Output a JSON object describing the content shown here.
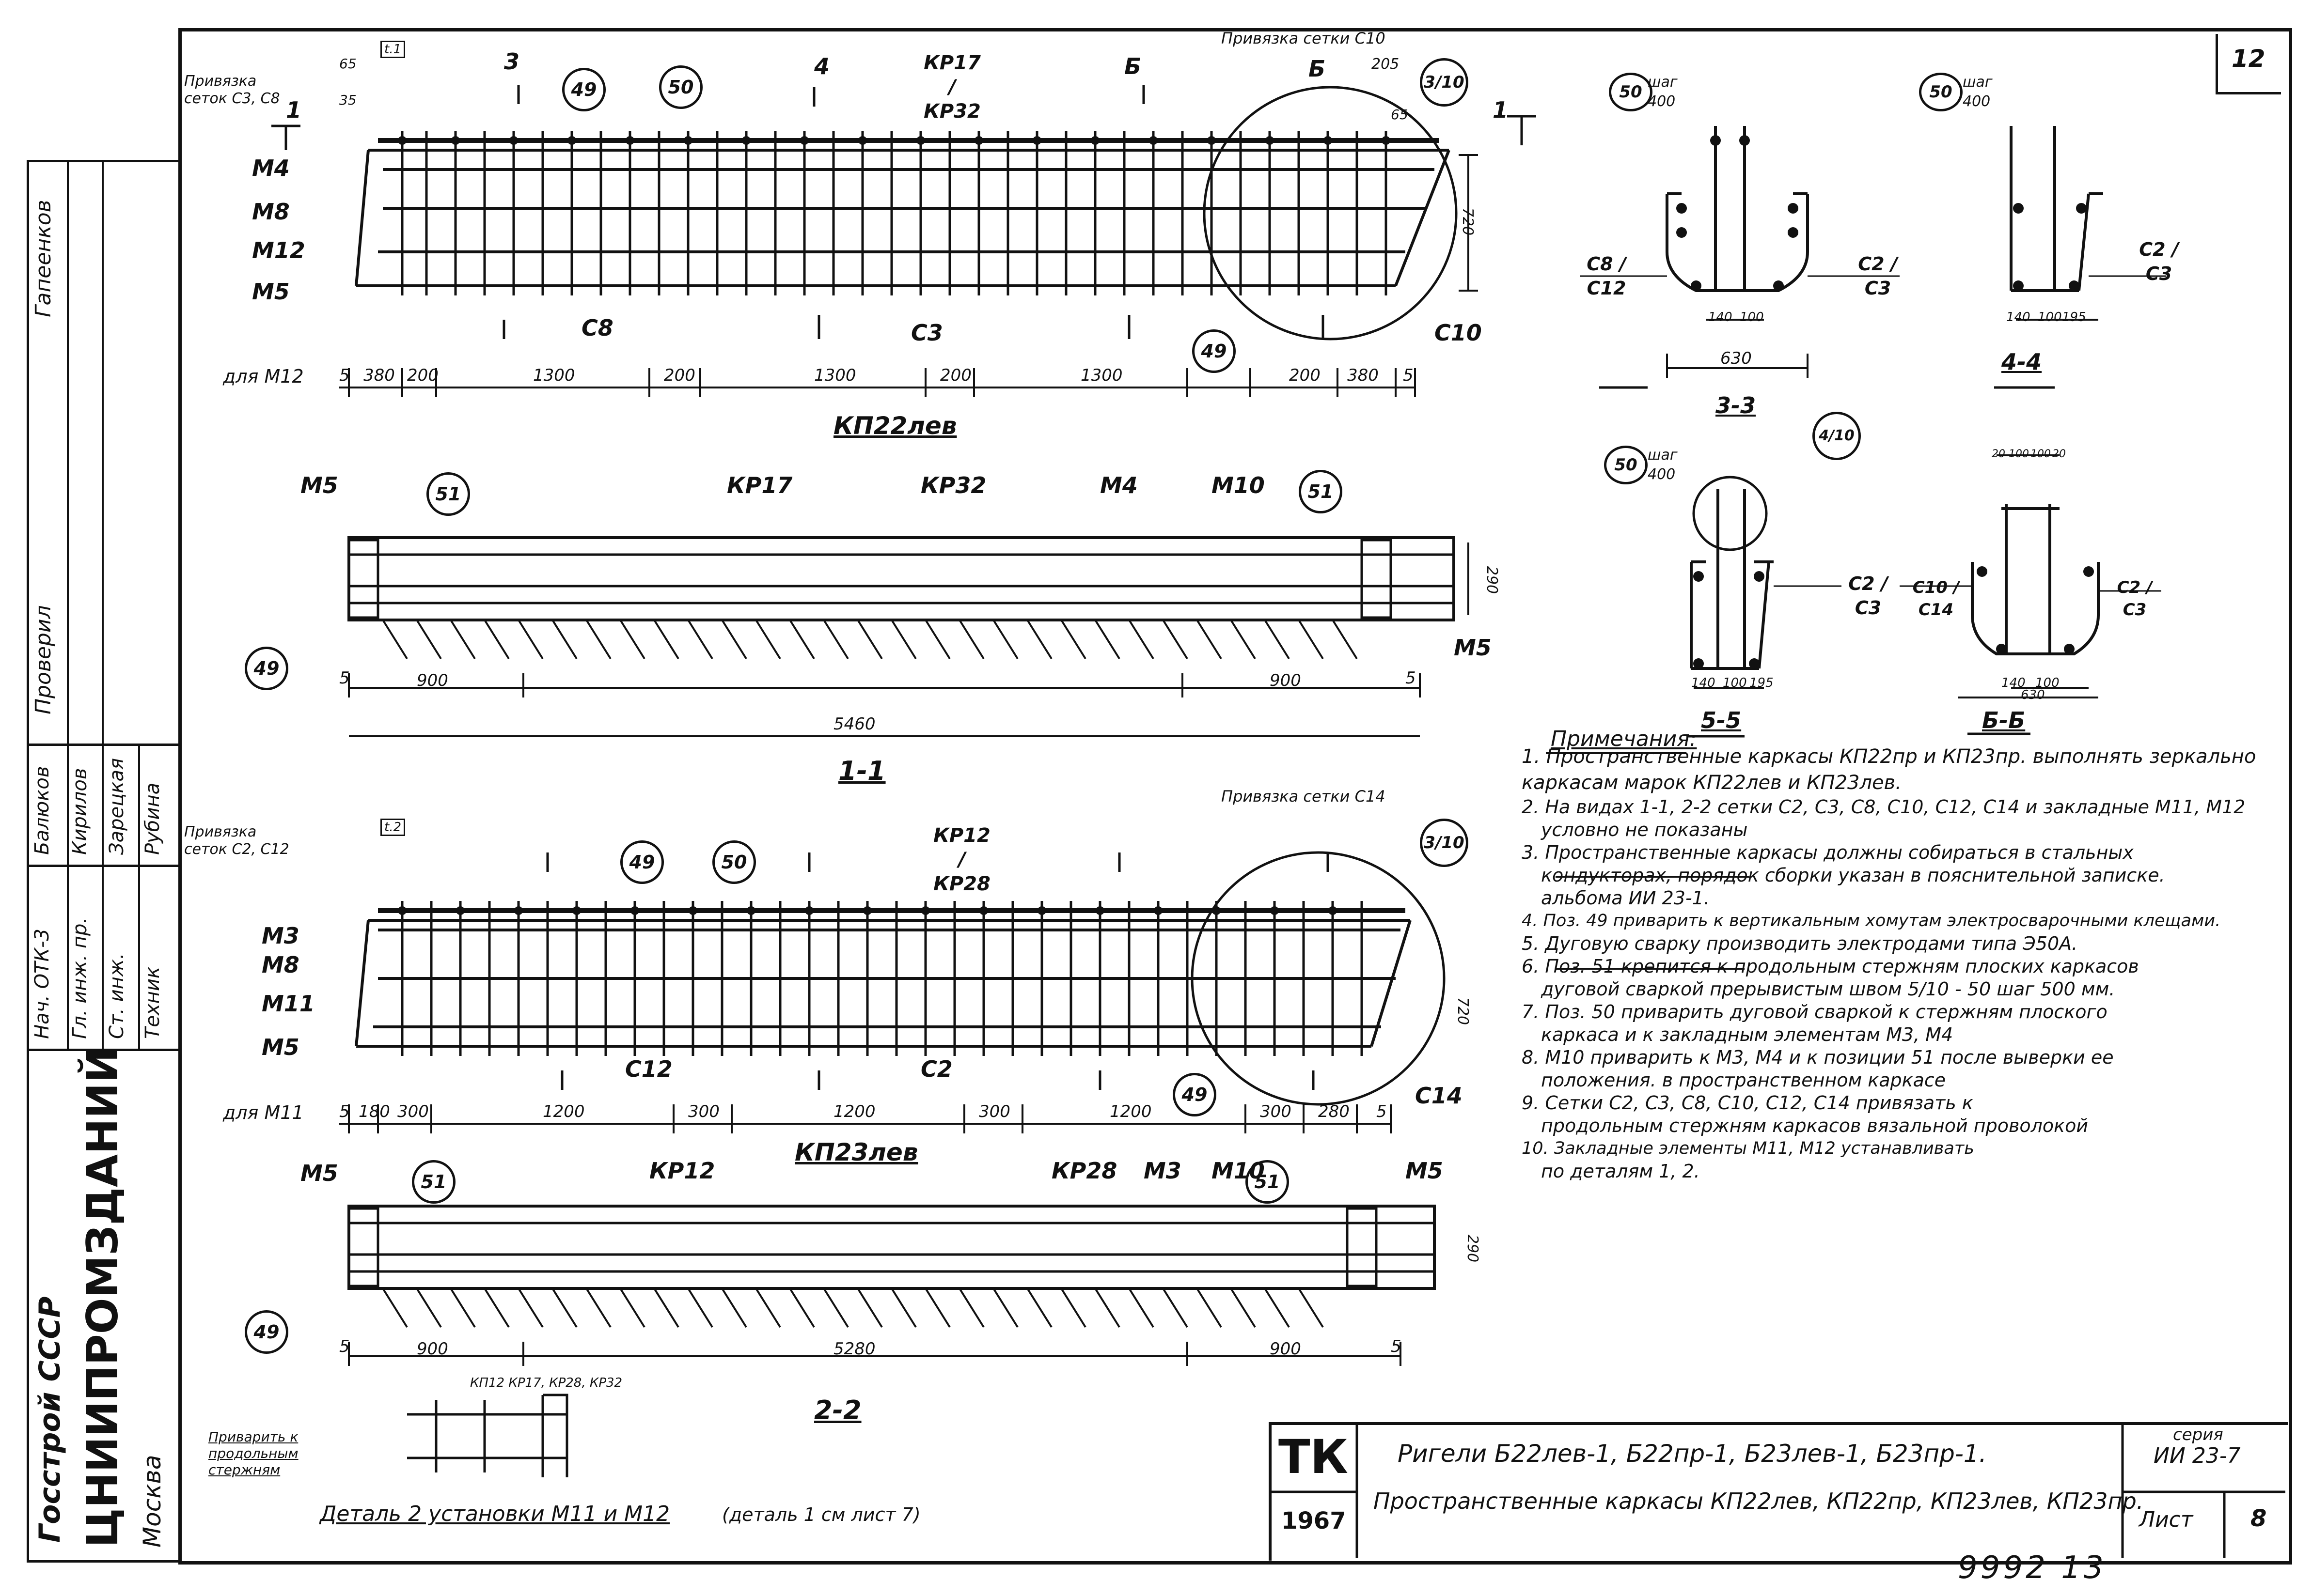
{
  "sheet_number": "12",
  "handwritten_number": "9992 13",
  "side_block": {
    "org_country": "Госстрой СССР",
    "org_name": "ЦНИИПРОМЗДАНИЙ",
    "city": "Москва",
    "roles": [
      "Нач. ОТК-3",
      "Гл. инж. пр.",
      "Ст. инж.",
      "Техник"
    ],
    "names": [
      "Балюков",
      "Кирилов",
      "Зарецкая",
      "Рубина"
    ],
    "checked_label": "Проверил",
    "checked_name": "Гапеенков"
  },
  "view_kp22": {
    "title": "КП22лев",
    "note_left": "Привязка сеток С3, С8",
    "note_right": "Привязка сетки С10",
    "prefix": "для М12",
    "left_labels": [
      "М4",
      "М8",
      "М12",
      "М5"
    ],
    "top_marks": [
      "3",
      "4",
      "Б",
      "Б",
      "1",
      "1"
    ],
    "bars": "КР17 / КР32",
    "callouts": [
      "49",
      "50",
      "49",
      "3/10"
    ],
    "bottom_labels": [
      "С8",
      "С3",
      "С10"
    ],
    "dims": [
      "5",
      "380",
      "200",
      "1300",
      "200",
      "1300",
      "200",
      "1300",
      "200",
      "380",
      "5"
    ],
    "top_dims": [
      "65",
      "35",
      "205",
      "65"
    ],
    "height": "720",
    "box_mark": "t.1"
  },
  "section_1_1": {
    "title": "1-1",
    "labels": [
      "М5",
      "КР17",
      "КР32",
      "М4",
      "М10",
      "М5"
    ],
    "callouts": [
      "51",
      "51",
      "49"
    ],
    "dims": [
      "5",
      "900",
      "900",
      "5"
    ],
    "total": "5460",
    "height": "290"
  },
  "view_kp23": {
    "title": "КП23лев",
    "note_left": "Привязка сеток С2, С12",
    "note_right": "Привязка сетки С14",
    "prefix": "для М11",
    "left_labels": [
      "М3",
      "М8",
      "М11",
      "М5"
    ],
    "bars": "КР12 / КР28",
    "callouts": [
      "49",
      "50",
      "49",
      "3/10"
    ],
    "bottom_labels": [
      "С12",
      "С2",
      "С14"
    ],
    "dims": [
      "5",
      "180",
      "300",
      "1200",
      "300",
      "1200",
      "300",
      "1200",
      "300",
      "280",
      "5"
    ],
    "height": "720",
    "box_mark": "t.2"
  },
  "section_2_2": {
    "title": "2-2",
    "labels": [
      "М5",
      "КР12",
      "КР28",
      "М3",
      "М10",
      "М5"
    ],
    "callouts": [
      "51",
      "51",
      "49"
    ],
    "dims": [
      "5",
      "900",
      "5280",
      "900",
      "5"
    ],
    "height": "290"
  },
  "detail2": {
    "title": "Деталь 2 установки М11 и М12",
    "ref": "(деталь 1 см лист 7)",
    "bars_label": "КП12 КР17, КР28, КР32",
    "weld_note": "Приварить к продольным стержням"
  },
  "sections": [
    {
      "title": "3-3",
      "callout": "50",
      "step": "шаг 400",
      "left": "С8 / С12",
      "right": "С2 / С3",
      "dims": [
        "140",
        "100"
      ],
      "width": "630"
    },
    {
      "title": "4-4",
      "callout": "50",
      "step": "шаг 400",
      "right": "С2 / С3",
      "dims": [
        "140",
        "100",
        "195"
      ]
    },
    {
      "title": "5-5",
      "callout": "50",
      "step": "шаг 400",
      "ref": "4/10",
      "right": "С2 / С3",
      "dims": [
        "140",
        "100",
        "195"
      ]
    },
    {
      "title": "Б-Б",
      "left": "С10 / С14",
      "right": "С2 / С3",
      "top_dims": [
        "20",
        "100",
        "100",
        "20"
      ],
      "dims": [
        "140",
        "100"
      ],
      "width": "630"
    }
  ],
  "notes_title": "Примечания:",
  "notes": [
    "1. Пространственные каркасы КП22пр и КП23пр. выполнять зеркально каркасам марок КП22лев и КП23лев.",
    "2. На видах 1-1, 2-2 сетки С2, С3, С8, С10, С12, С14 и закладные М11, М12",
    "условно не показаны",
    "3. Пространственные каркасы должны собираться в стальных",
    "кондукторах, порядок сборки указан в пояснительной записке.",
    "альбома ИИ 23-1.",
    "4. Поз. 49 приварить к вертикальным хомутам электросварочными клещами.",
    "5. Дуговую сварку производить электродами типа Э50А.",
    "6. Поз. 51 крепится к продольным стержням плоских каркасов",
    "дуговой сваркой прерывистым швом 5/10 - 50 шаг 500 мм.",
    "7. Поз. 50 приварить дуговой сваркой к стержням плоского",
    "каркаса и к закладным элементам М3, М4",
    "8. М10 приварить к М3, М4 и к позиции 51 после выверки ее",
    "положения. в пространственном каркасе",
    "9. Сетки С2, С3, С8, С10, С12, С14 привязать к",
    "продольным стержням каркасов вязальной проволокой",
    "10. Закладные элементы М11, М12 устанавливать",
    "по деталям 1, 2."
  ],
  "stamp": {
    "org": "ТК",
    "year": "1967",
    "title_line1": "Ригели Б22лев-1, Б22пр-1, Б23лев-1, Б23пр-1.",
    "title_line2": "Пространственные каркасы КП22лев, КП22пр, КП23лев, КП23пр.",
    "series_label": "серия",
    "series": "ИИ 23-7",
    "sheet_label": "Лист",
    "sheet": "8"
  }
}
